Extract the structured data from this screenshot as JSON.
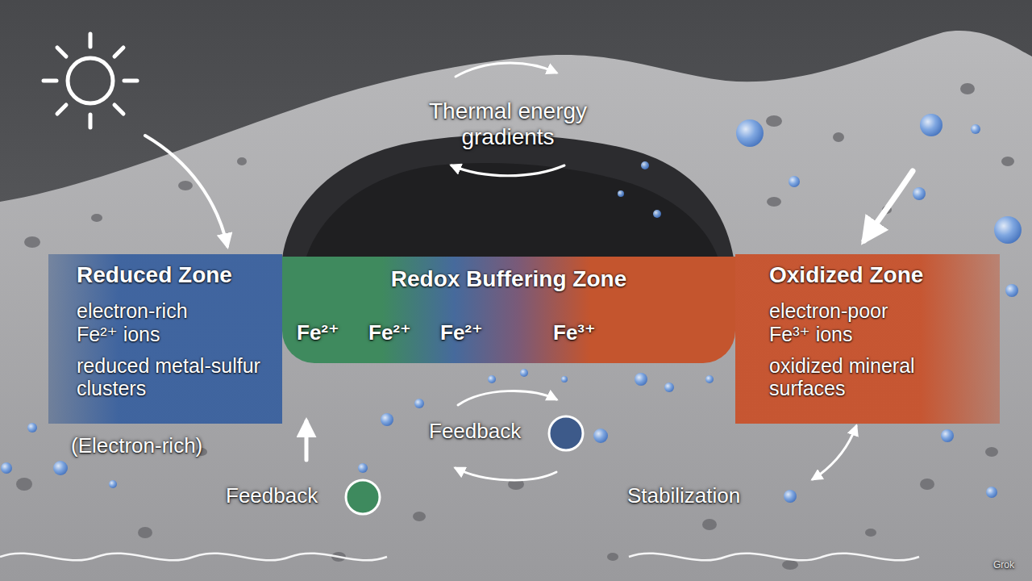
{
  "diagram": {
    "nodes": [
      {
        "text": [
          "Reduced Zone",
          "electron-rich Fe²⁺ ions",
          "reduced metal-sulfur clusters"
        ]
      },
      {
        "text": [
          "Redox Buffering Zone"
        ]
      },
      {
        "text": [
          "Oxidized Zone",
          "electron-poor Fe³⁺ ions",
          "oxidized mineral surfaces"
        ]
      }
    ],
    "labels": [
      "Thermal energy gradients",
      "Fe²⁺",
      "Fe²⁺",
      "Fe²⁺",
      "Fe³⁺",
      "(Electron-rich)",
      "Feedback",
      "Feedback",
      "Stabilization",
      "Grok"
    ]
  }
}
